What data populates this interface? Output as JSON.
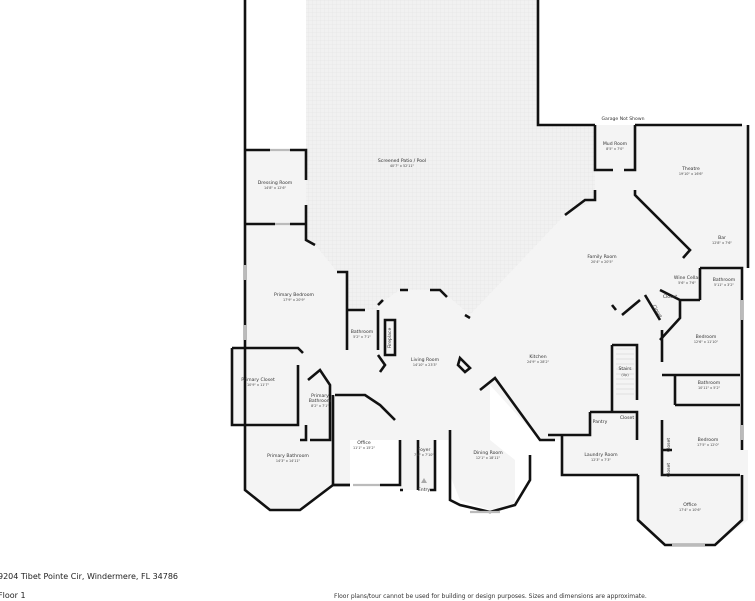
{
  "address": "9204 Tibet Pointe Cir, Windermere, FL 34786",
  "floor": "Floor 1",
  "disclaimer": "Floor plans/tour cannot be used for building or design purposes. Sizes and dimensions are approximate.",
  "garage_note": "Garage Not Shown",
  "entry": "Entry",
  "fireplace": "Fireplace",
  "colors": {
    "wall": "#111111",
    "floor": "#f3f3f3",
    "window": "#bbbbbb"
  },
  "rooms": {
    "patio": {
      "name": "Screened Patio / Pool",
      "dim": "40'7\" x 52'11\""
    },
    "dressing": {
      "name": "Dressing Room",
      "dim": "14'8\" x 12'6\""
    },
    "primary_bedroom": {
      "name": "Primary Bedroom",
      "dim": "17'9\" x 20'9\""
    },
    "bath1": {
      "name": "Bathroom",
      "dim": "5'2\" x 7'1\""
    },
    "living": {
      "name": "Living Room",
      "dim": "14'10\" x 23'3\""
    },
    "kitchen": {
      "name": "Kitchen",
      "dim": "24'9\" x 28'2\""
    },
    "family": {
      "name": "Family Room",
      "dim": "20'4\" x 20'5\""
    },
    "mud": {
      "name": "Mud Room",
      "dim": "8'5\" x 7'0\""
    },
    "theatre": {
      "name": "Theatre",
      "dim": "19'10\" x 16'6\""
    },
    "bar": {
      "name": "Bar",
      "dim": "12'8\" x 7'6\""
    },
    "wine": {
      "name": "Wine Cellar",
      "dim": "5'6\" x 7'6\""
    },
    "closet1": {
      "name": "Closet"
    },
    "closet2": {
      "name": "Closet"
    },
    "bath2": {
      "name": "Bathroom",
      "dim": "5'11\" x 3'2\""
    },
    "bedroom1": {
      "name": "Bedroom",
      "dim": "12'6\" x 11'10\""
    },
    "bath3": {
      "name": "Bathroom",
      "dim": "10'11\" x 5'2\""
    },
    "bedroom2": {
      "name": "Bedroom",
      "dim": "17'5\" x 12'0\""
    },
    "closet3": {
      "name": "Closet"
    },
    "closet4": {
      "name": "Closet"
    },
    "office2": {
      "name": "Office",
      "dim": "17'4\" x 10'6\""
    },
    "stairs": {
      "name": "Stairs",
      "dim": "(Up)"
    },
    "pantry": {
      "name": "Pantry"
    },
    "closet5": {
      "name": "Closet"
    },
    "laundry": {
      "name": "Laundry Room",
      "dim": "12'3\" x 7'3\""
    },
    "dining": {
      "name": "Dining Room",
      "dim": "12'1\" x 18'11\""
    },
    "foyer": {
      "name": "Foyer",
      "dim": "7'0\" x 7'10\""
    },
    "office1": {
      "name": "Office",
      "dim": "11'1\" x 15'2\""
    },
    "primary_bath": {
      "name": "Primary Bathroom",
      "dim": "14'3\" x 14'11\""
    },
    "primary_bath_small": {
      "name": "Primary",
      "name2": "Bathroom",
      "dim": "8'2\" x 7'1\""
    },
    "primary_closet": {
      "name": "Primary Closet",
      "dim": "10'9\" x 11'7\""
    }
  }
}
